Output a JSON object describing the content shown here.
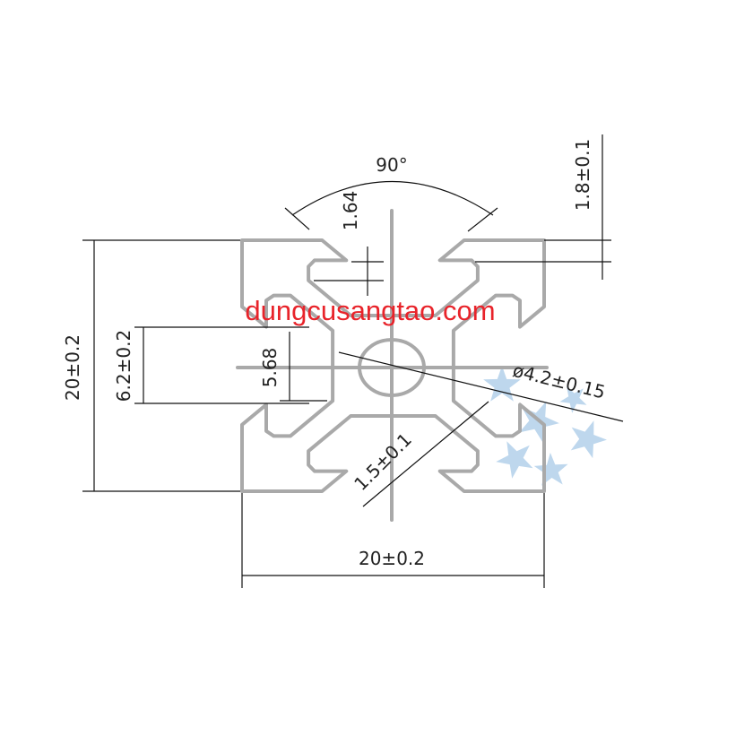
{
  "drawing": {
    "angle_label": "90°",
    "slot_depth_label": "1.64",
    "lip_label": "1.8±0.1",
    "height_label": "20±0.2",
    "slot_width_label": "6.2±0.2",
    "core_label": "5.68",
    "bore_label": "ø4.2±0.15",
    "wall_label": "1.5±0.1",
    "width_label": "20±0.2"
  },
  "watermark": {
    "text": "dungcusangtao.com",
    "color": "#e8232a",
    "star_color": "#8ab8e0"
  },
  "colors": {
    "profile": "#a9a9a9",
    "dimension": "#111111"
  }
}
